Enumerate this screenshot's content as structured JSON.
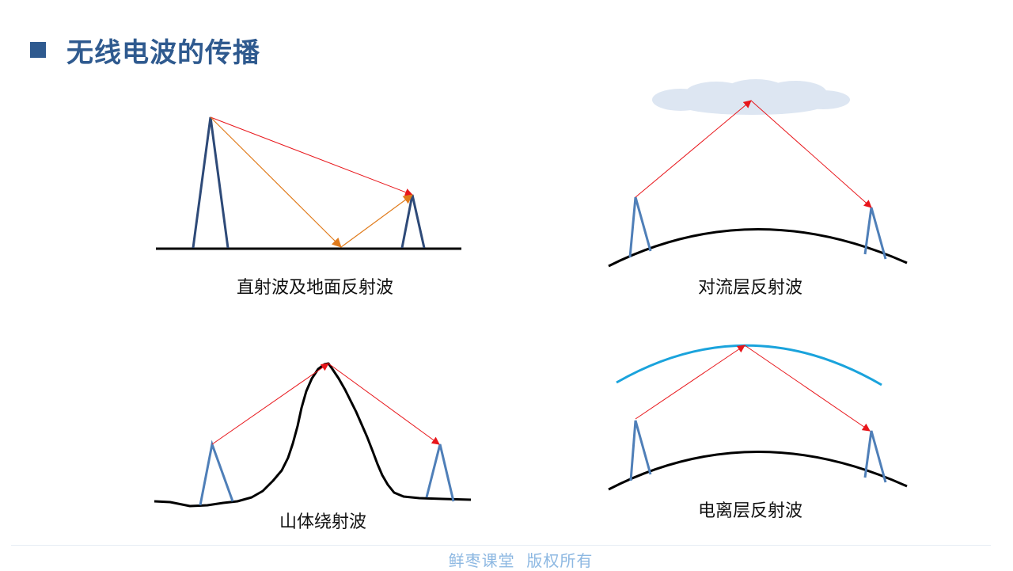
{
  "title": "无线电波的传播",
  "panels": [
    {
      "caption": "直射波及地面反射波"
    },
    {
      "caption": "对流层反射波"
    },
    {
      "caption": "山体绕射波"
    },
    {
      "caption": "电离层反射波"
    }
  ],
  "footer": {
    "brand": "鲜枣课堂",
    "rights": "版权所有"
  },
  "colors": {
    "title": "#2f5a8f",
    "tower_dark": "#2e4a78",
    "tower_light": "#4f7fb8",
    "direct_ray": "#e8161b",
    "reflected_ray": "#e07b1c",
    "cloud": "#dde6f2",
    "ionosphere": "#1aa3dc",
    "ground": "#000000"
  }
}
